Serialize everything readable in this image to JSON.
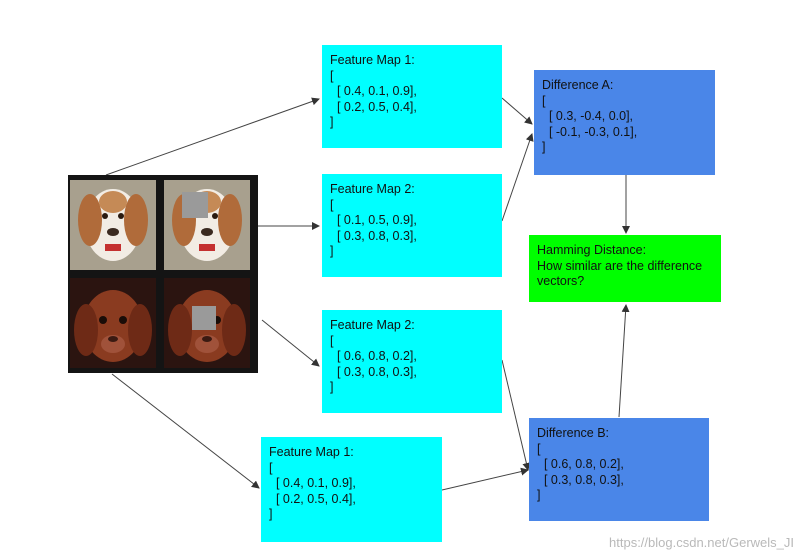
{
  "boxes": {
    "fm1_top": {
      "title": "Feature Map 1:",
      "lines": [
        "[",
        "  [ 0.4, 0.1, 0.9],",
        "  [ 0.2, 0.5, 0.4],",
        "]"
      ]
    },
    "fm2_top": {
      "title": "Feature Map 2:",
      "lines": [
        "[",
        "  [ 0.1, 0.5, 0.9],",
        "  [ 0.3, 0.8, 0.3],",
        "]"
      ]
    },
    "fm2_mid": {
      "title": "Feature Map 2:",
      "lines": [
        "[",
        "  [ 0.6, 0.8, 0.2],",
        "  [ 0.3, 0.8, 0.3],",
        "]"
      ]
    },
    "fm1_bot": {
      "title": "Feature Map 1:",
      "lines": [
        "[",
        "  [ 0.4, 0.1, 0.9],",
        "  [ 0.2, 0.5, 0.4],",
        "]"
      ]
    },
    "diff_a": {
      "title": "Difference A:",
      "lines": [
        "[",
        "  [ 0.3, -0.4, 0.0],",
        "  [ -0.1, -0.3, 0.1],",
        "]"
      ]
    },
    "diff_b": {
      "title": "Difference B:",
      "lines": [
        "[",
        "  [ 0.6, 0.8, 0.2],",
        "  [ 0.3, 0.8, 0.3],",
        "]"
      ]
    },
    "hamming": {
      "title": "Hamming Distance:",
      "lines": [
        "How similar are the difference",
        "vectors?"
      ]
    }
  },
  "colors": {
    "cyan": "#00ffff",
    "blue": "#4a86e8",
    "green": "#00ff00",
    "arrow": "#333333"
  },
  "images": {
    "top_left": "dog-spaniel-photo",
    "top_right": "dog-spaniel-occluded-photo",
    "bottom_left": "dog-puppy-photo",
    "bottom_right": "dog-puppy-occluded-photo"
  },
  "watermark": "https://blog.csdn.net/Gerwels_JI"
}
